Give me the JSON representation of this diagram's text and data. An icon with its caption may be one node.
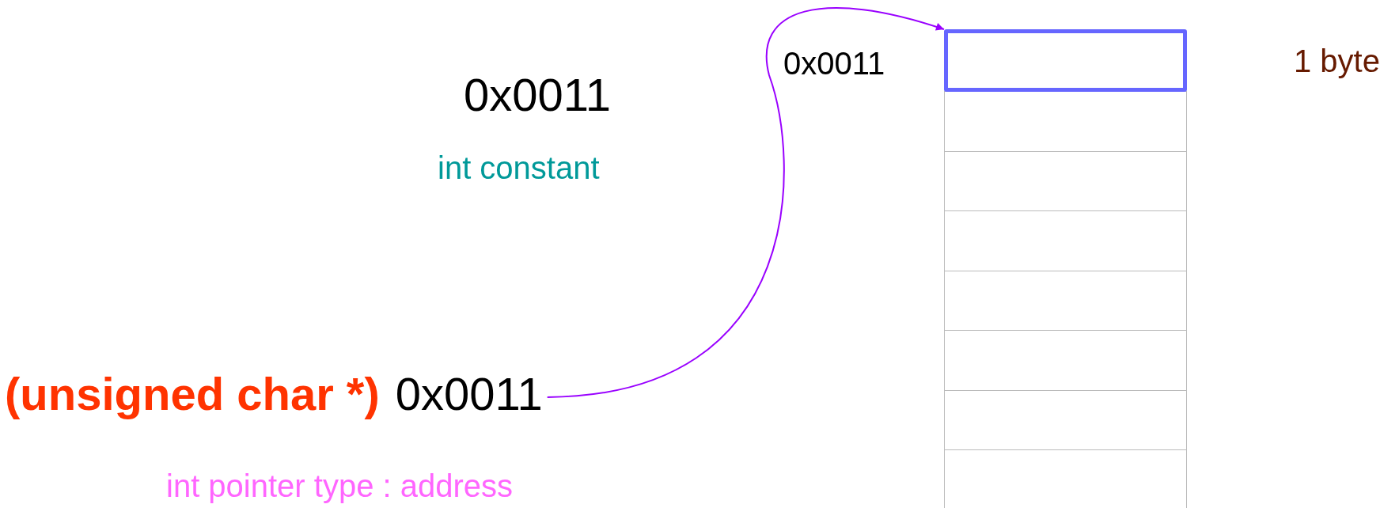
{
  "diagram": {
    "nodes": [
      {
        "text": [],
        "shape": "box",
        "beside": [
          "0x0011"
        ]
      },
      {
        "text": [],
        "shape": "box"
      },
      {
        "text": [],
        "shape": "box"
      },
      {
        "text": [],
        "shape": "box"
      },
      {
        "text": [],
        "shape": "box"
      },
      {
        "text": [],
        "shape": "box"
      },
      {
        "text": [],
        "shape": "box"
      },
      {
        "text": [],
        "shape": "box"
      },
      {
        "text": [
          "(unsigned char *)",
          "0x0011"
        ]
      }
    ],
    "edges": [
      {
        "from": 8,
        "to": 0,
        "arrow": "to",
        "color": "#9900ff"
      }
    ],
    "labels": [
      "1 byte",
      "0x0011",
      "int constant",
      "int pointer type : address"
    ]
  }
}
